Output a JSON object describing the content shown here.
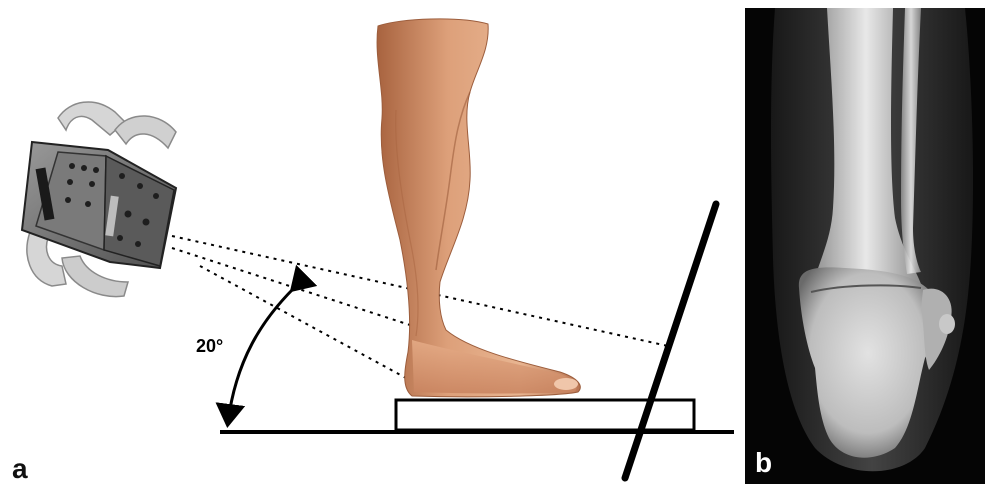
{
  "panel_a": {
    "label": "a",
    "angle_label": "20°"
  },
  "panel_b": {
    "label": "b"
  },
  "colors": {
    "skin": "#d99b73",
    "skin_shadow": "#b06f4c",
    "line": "#000000",
    "device_body": "#6e6e6e",
    "device_dark": "#2b2b2b",
    "device_light": "#cfcfcf",
    "xray_background": "#050505",
    "xray_bone": "#dcdcdc"
  },
  "icons": [
    "x-ray-device-icon",
    "leg-illustration",
    "angle-arrow-icon"
  ]
}
